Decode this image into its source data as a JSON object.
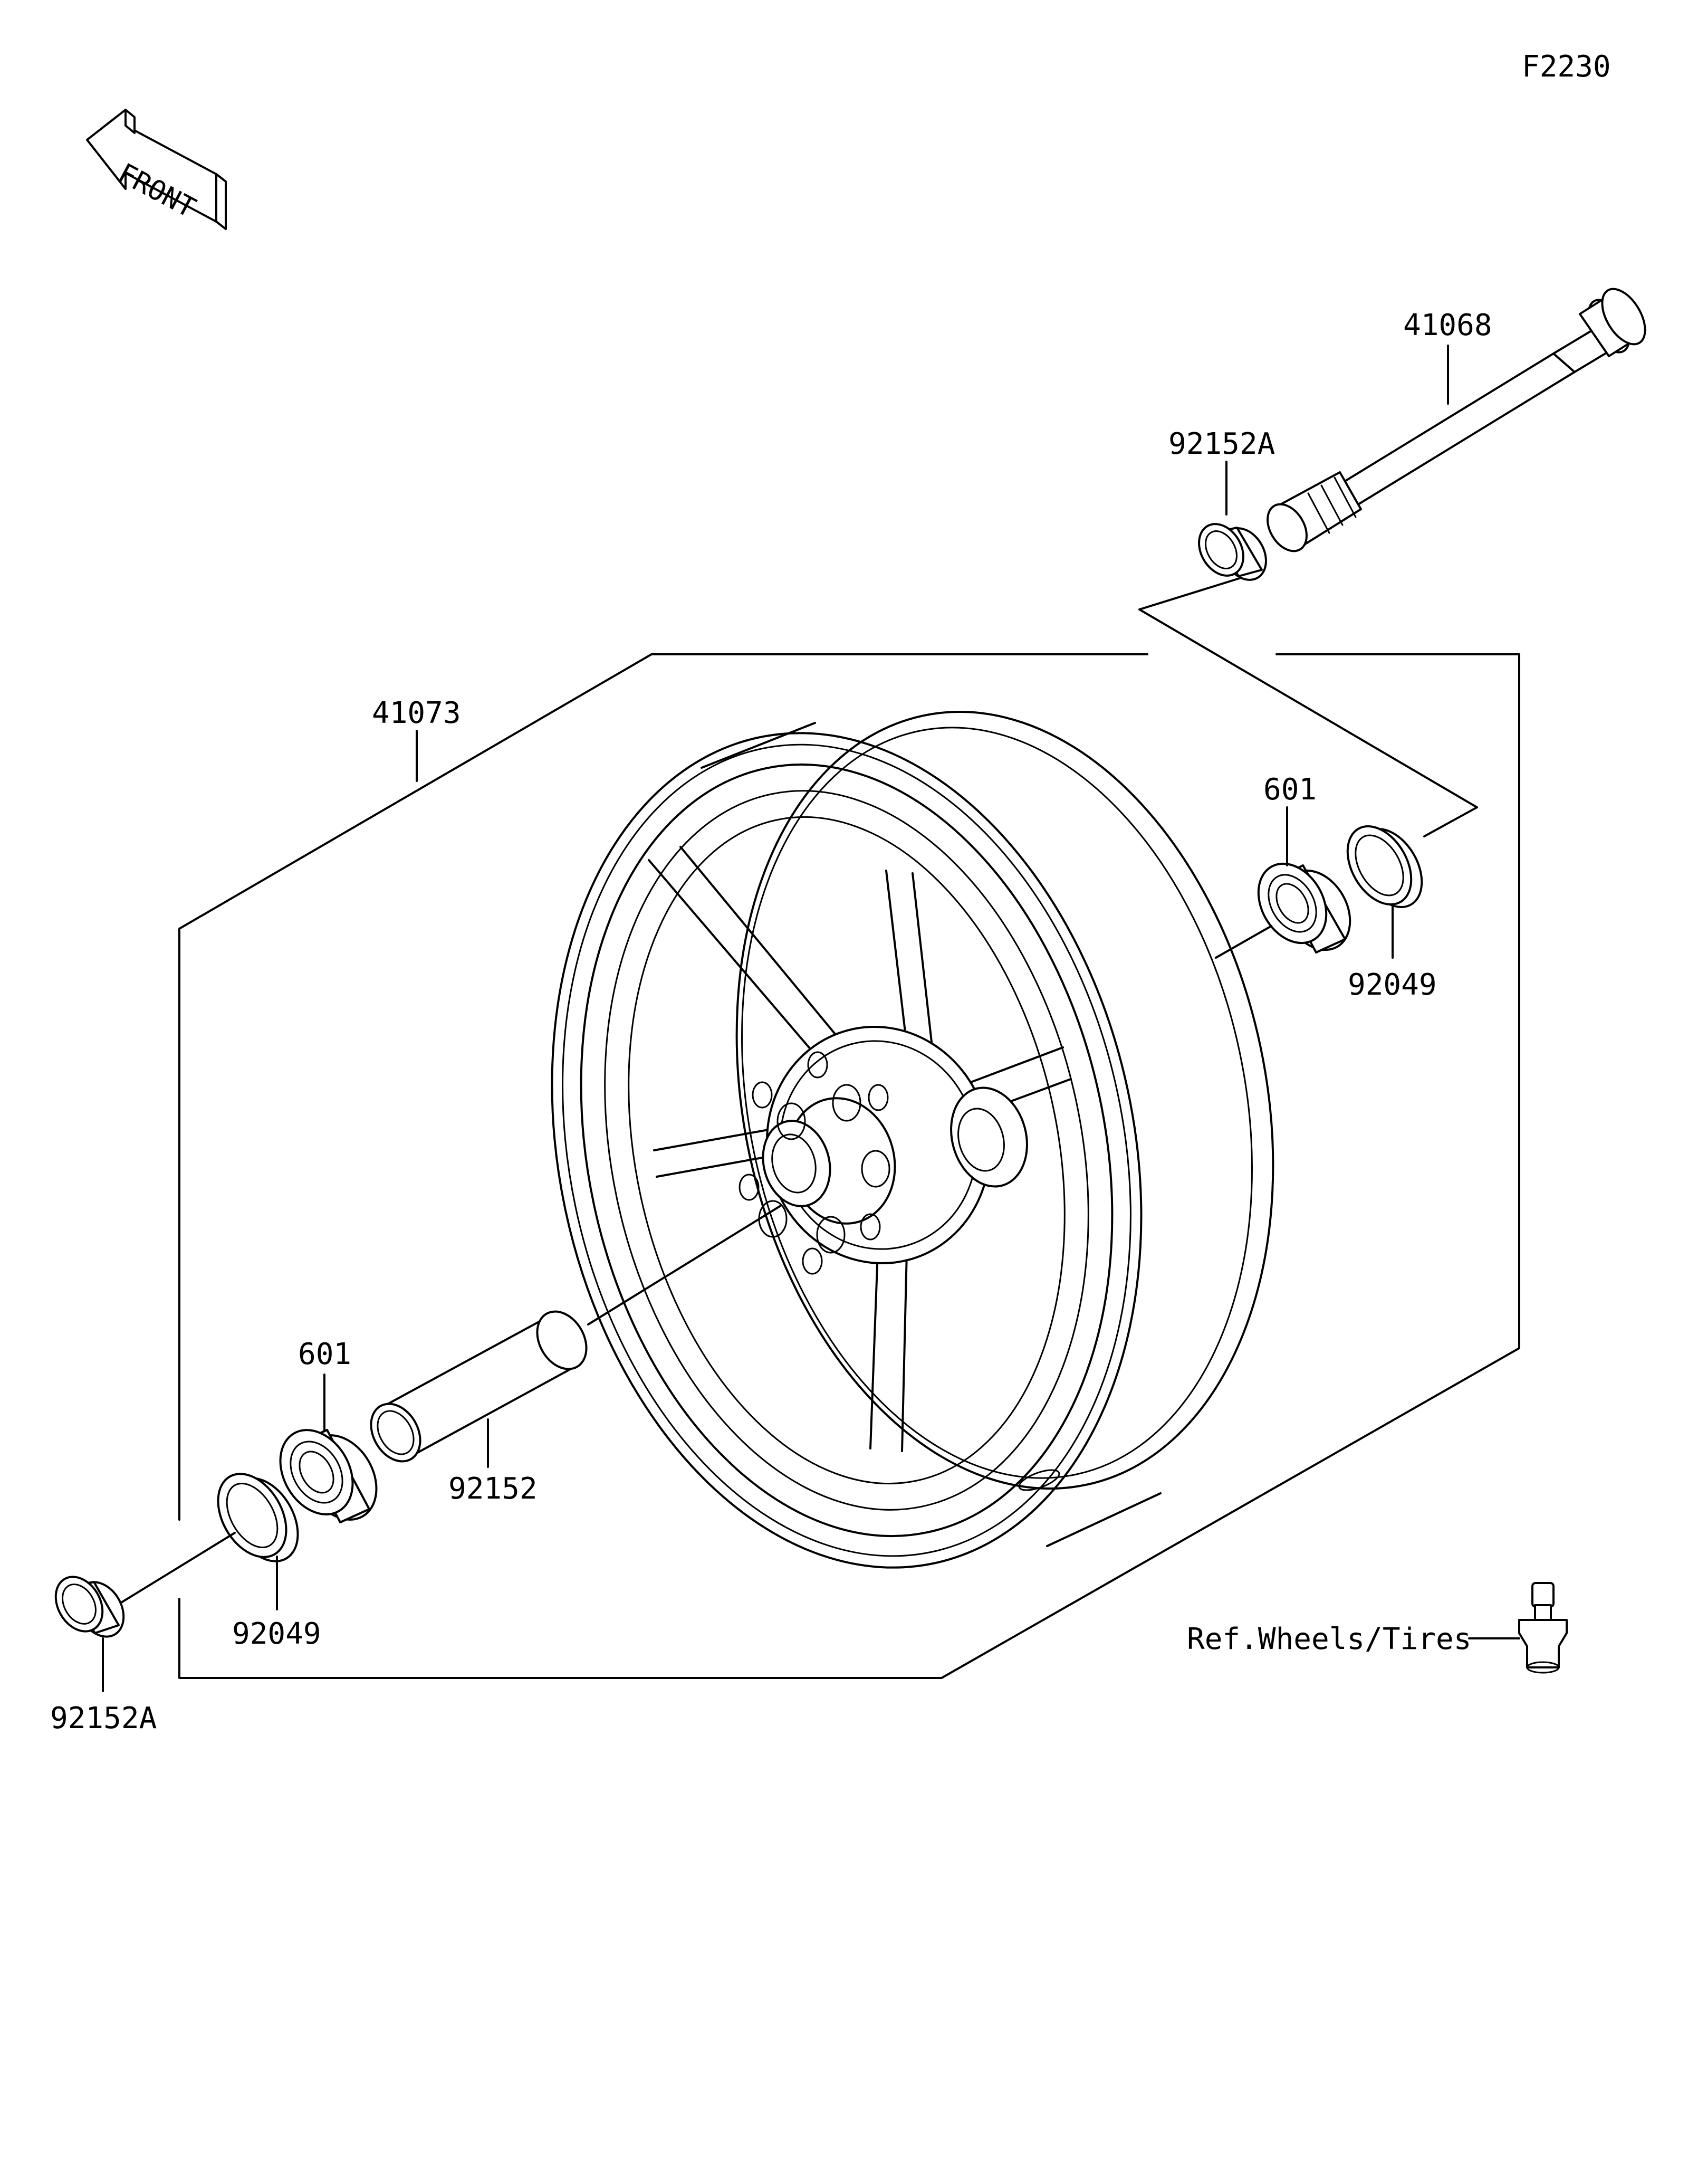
{
  "figure_code": "F2230",
  "front_arrow_text": "FRONT",
  "front_arrow_icon": "front-direction-arrow-icon",
  "reference_text": "Ref.Wheels/Tires",
  "parts": {
    "axle": "41068",
    "collar_right": "92152A",
    "wheel": "41073",
    "bearing_right": "601",
    "seal_right": "92049",
    "bearing_left": "601",
    "hub_collar": "92152",
    "seal_left": "92049",
    "collar_left": "92152A"
  },
  "icons": {
    "valve": "tire-valve-icon",
    "wheel": "wheel-rim-icon"
  }
}
